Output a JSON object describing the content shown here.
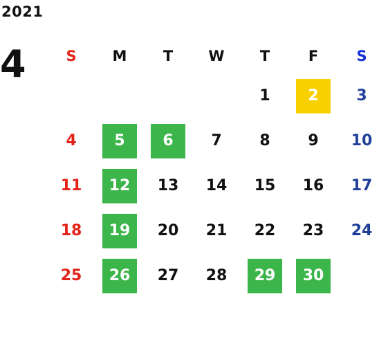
{
  "calendar": {
    "year": "2021",
    "month": "4",
    "weekdays": [
      "S",
      "M",
      "T",
      "W",
      "T",
      "F",
      "S"
    ],
    "colors": {
      "sunday": "#e2231a",
      "saturday": "#1f3f99",
      "holiday_bg": "#3cb54a",
      "highlight_bg": "#f8d000"
    },
    "weeks": [
      [
        "",
        "",
        "",
        "",
        "1",
        "2",
        "3"
      ],
      [
        "4",
        "5",
        "6",
        "7",
        "8",
        "9",
        "10"
      ],
      [
        "11",
        "12",
        "13",
        "14",
        "15",
        "16",
        "17"
      ],
      [
        "18",
        "19",
        "20",
        "21",
        "22",
        "23",
        "24"
      ],
      [
        "25",
        "26",
        "27",
        "28",
        "29",
        "30",
        ""
      ]
    ],
    "holidays": [
      "5",
      "6",
      "12",
      "19",
      "26",
      "29",
      "30"
    ],
    "highlighted": [
      "2"
    ]
  }
}
